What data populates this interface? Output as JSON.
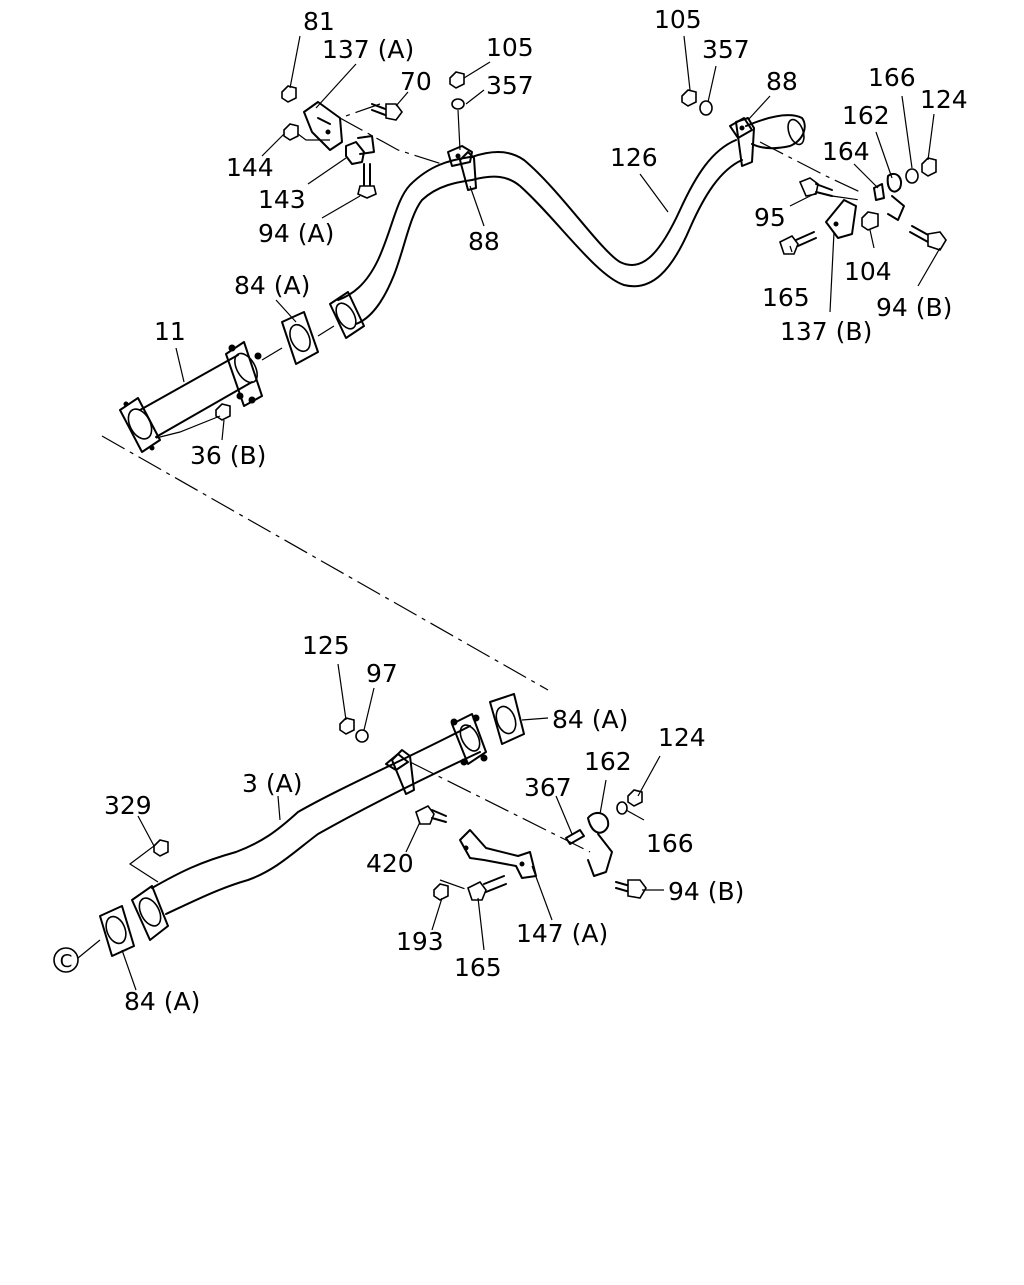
{
  "diagram": {
    "callouts": {
      "c81": "81",
      "c137a": "137 (A)",
      "c70": "70",
      "c144": "144",
      "c143": "143",
      "c94a": "94 (A)",
      "c105_top": "105",
      "c357_top": "357",
      "c88_left": "88",
      "c105_right": "105",
      "c357_right": "357",
      "c88_right": "88",
      "c126": "126",
      "c166_top": "166",
      "c124_top": "124",
      "c162_top": "162",
      "c164": "164",
      "c95": "95",
      "c165_top": "165",
      "c104": "104",
      "c94b_top": "94 (B)",
      "c137b": "137 (B)",
      "c84a_top": "84 (A)",
      "c11": "11",
      "c36b": "36 (B)",
      "c125": "125",
      "c97": "97",
      "c84a_mid": "84 (A)",
      "c124_mid": "124",
      "c162_mid": "162",
      "c367": "367",
      "c166_mid": "166",
      "c3a": "3 (A)",
      "c329": "329",
      "c420": "420",
      "c94b_mid": "94 (B)",
      "c193": "193",
      "c165_mid": "165",
      "c147a": "147 (A)",
      "c84a_bottom": "84 (A)",
      "circle_c": "C"
    }
  }
}
